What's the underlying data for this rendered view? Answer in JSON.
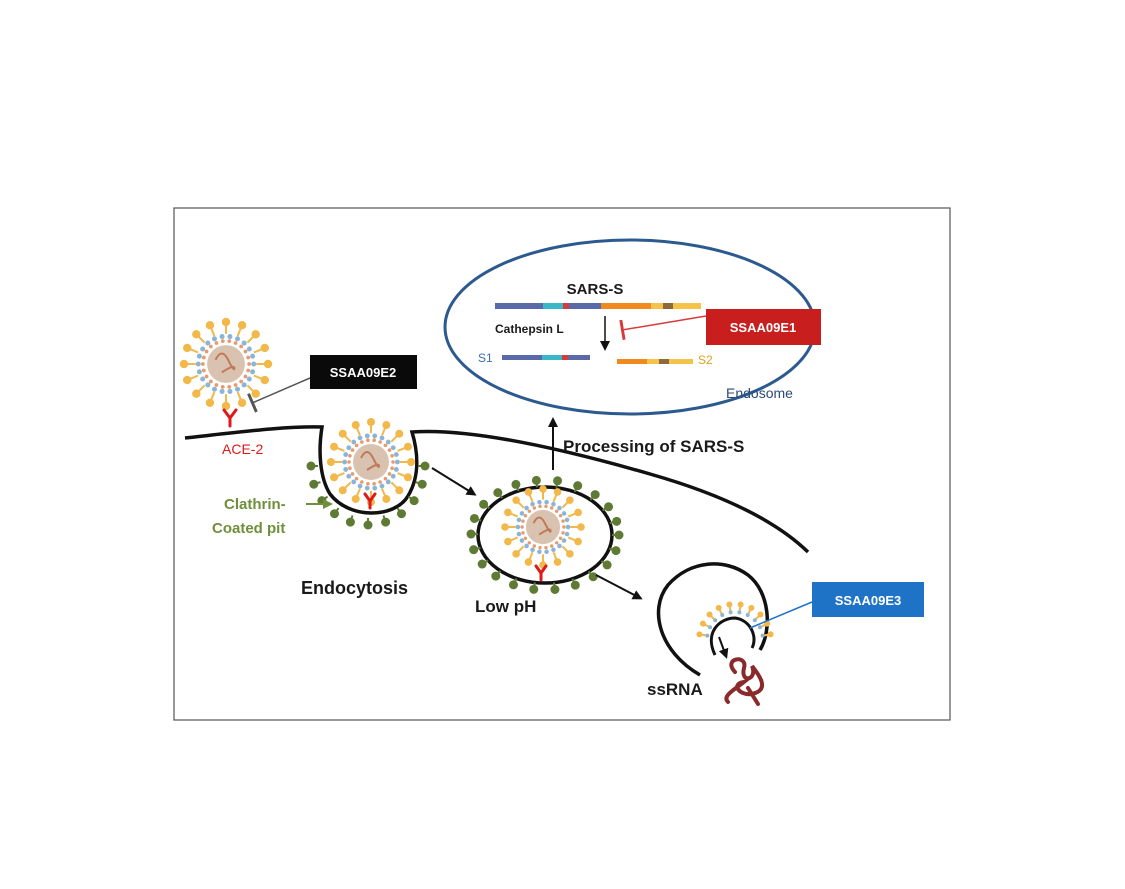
{
  "labels": {
    "sars_s": "SARS-S",
    "cathepsin": "Cathepsin L",
    "s1": "S1",
    "s2": "S2",
    "endosome": "Endosome",
    "processing": "Processing of SARS-S",
    "ace2": "ACE-2",
    "clathrin_line1": "Clathrin-",
    "clathrin_line2": "Coated pit",
    "endocytosis": "Endocytosis",
    "low_ph": "Low pH",
    "ssrna": "ssRNA"
  },
  "inhibitors": {
    "e1": {
      "label": "SSAA09E1",
      "color": "#c81e1e"
    },
    "e2": {
      "label": "SSAA09E2",
      "color": "#0a0a0a"
    },
    "e3": {
      "label": "SSAA09E3",
      "color": "#1f73c7"
    }
  },
  "colors": {
    "ace2": "#e01818",
    "clathrin": "#5e7a34",
    "spike": "#f2b84a",
    "membrane_dot": "#8ab4d8",
    "core": "#d9c3b0",
    "rna": "#8a2a2a",
    "endosome_border": "#2c5a8f",
    "s1_text": "#3a6fb0",
    "s2_text": "#e0a020"
  }
}
